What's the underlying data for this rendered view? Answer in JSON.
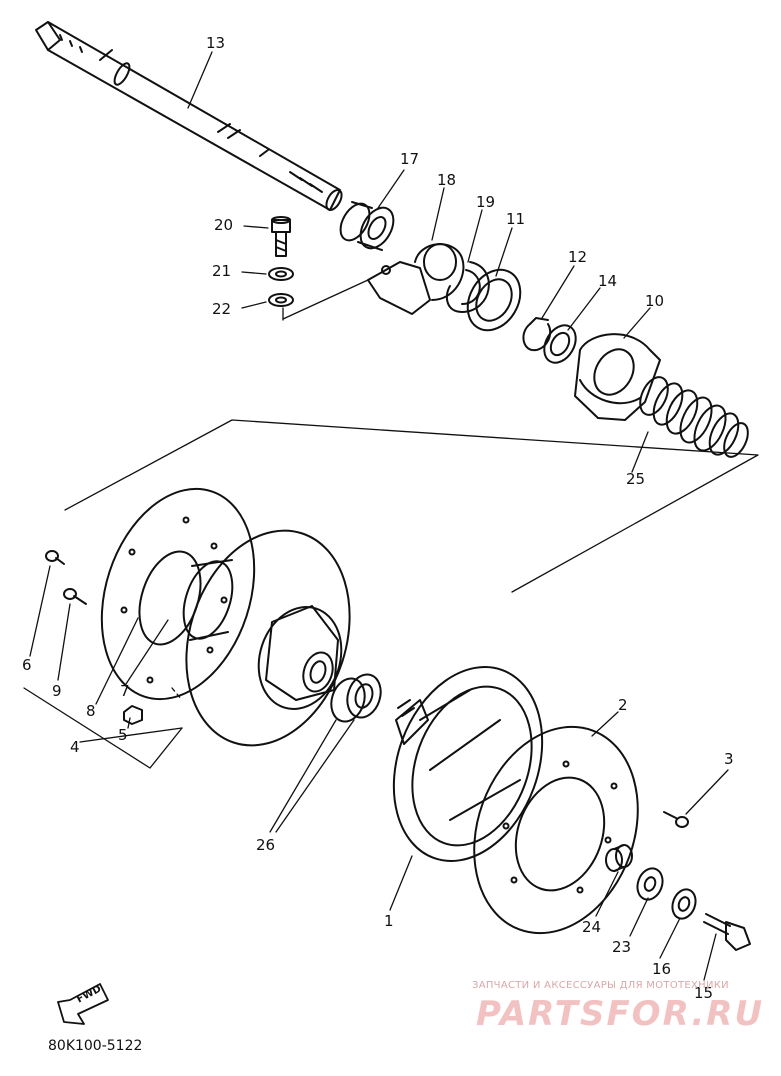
{
  "diagram_code": "80K100-5122",
  "fwd_label": "FWD",
  "watermark": {
    "tagline": "ЗАПЧАСТИ И АКСЕССУАРЫ ДЛЯ МОТОТЕХНИКИ",
    "brand": "PARTSFOR.RU"
  },
  "callouts": {
    "n1": "1",
    "n2": "2",
    "n3": "3",
    "n4": "4",
    "n5": "5",
    "n6": "6",
    "n7": "7",
    "n8": "8",
    "n9": "9",
    "n10": "10",
    "n11": "11",
    "n12": "12",
    "n13": "13",
    "n14": "14",
    "n15": "15",
    "n16": "16",
    "n17": "17",
    "n18": "18",
    "n19": "19",
    "n20": "20",
    "n21": "21",
    "n22": "22",
    "n23": "23",
    "n24": "24",
    "n25": "25",
    "n26": "26"
  },
  "colors": {
    "ink": "#111111",
    "watermark": "#f0b8b8"
  }
}
